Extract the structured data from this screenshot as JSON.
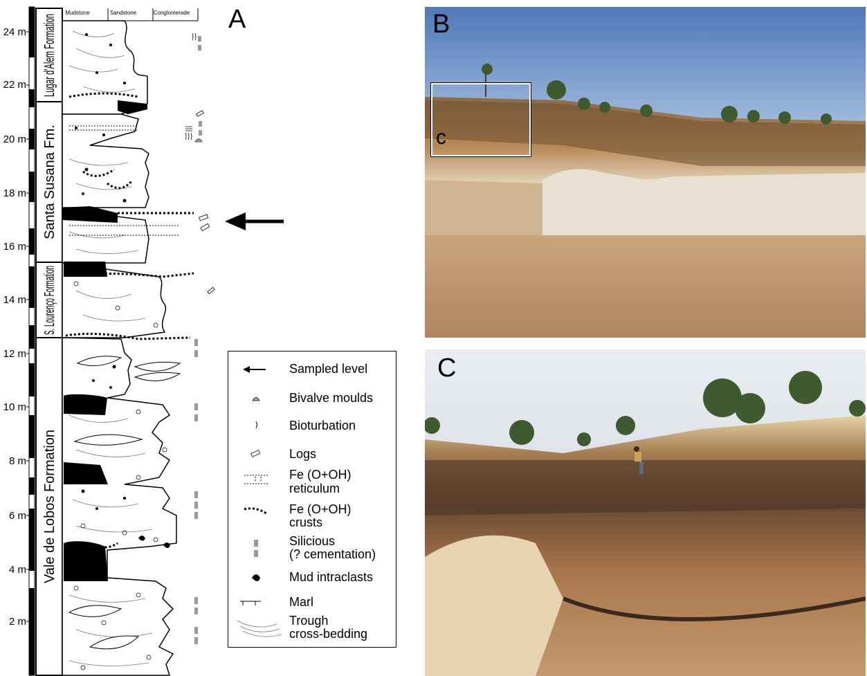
{
  "panels": {
    "a": "A",
    "b": "B",
    "c": "C",
    "inset": "c"
  },
  "column_headers": [
    "Mudstone",
    "Sandstone",
    "Conglomerade"
  ],
  "depth_labels": [
    "24 m",
    "22 m",
    "20 m",
    "18 m",
    "16 m",
    "14 m",
    "12 m",
    "10 m",
    "8 m",
    "6 m",
    "4 m",
    "2 m"
  ],
  "formations": [
    "Lugar d'Alem Formation",
    "Santa Susana Fm.",
    "S. Lourenço Formation",
    "Vale de Lobos Formation"
  ],
  "legend": {
    "sampled": "Sampled level",
    "bivalve": "Bivalve moulds",
    "bioturbation": "Bioturbation",
    "logs": "Logs",
    "fe_ret_1": "Fe (O+OH)",
    "fe_ret_2": "reticulum",
    "fe_crust_1": "Fe (O+OH)",
    "fe_crust_2": "crusts",
    "silicious_1": "Silicious",
    "silicious_2": "(? cementation)",
    "mud": "Mud intraclasts",
    "marl": "Marl",
    "trough_1": "Trough",
    "trough_2": "cross-bedding"
  }
}
